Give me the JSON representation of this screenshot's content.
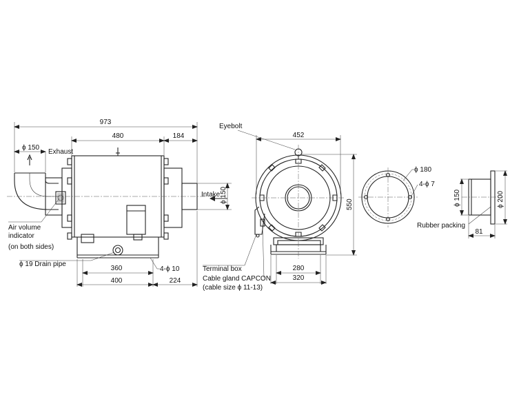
{
  "dims": {
    "overall_length": "973",
    "body_length": "480",
    "intake_length": "184",
    "exhaust_dia": "ϕ 150",
    "intake_dia": "ϕ 150",
    "foot_span": "360",
    "base_length": "400",
    "base_offset": "224",
    "foot_holes": "4-ϕ 10",
    "front_width": "452",
    "height": "550",
    "front_foot_span": "280",
    "front_base": "320",
    "flange_pcd": "ϕ 180",
    "flange_holes": "4-ϕ 7",
    "flange_inner_dia": "ϕ 150",
    "flange_outer_dia": "ϕ 200",
    "flange_length": "81"
  },
  "labels": {
    "exhaust": "Exhaust",
    "intake": "Intake",
    "air_volume_1": "Air volume",
    "air_volume_2": "indicator",
    "air_volume_3": "(on both sides)",
    "drain_pipe": "ϕ 19 Drain pipe",
    "eyebolt": "Eyebolt",
    "terminal_box": "Terminal box",
    "cable_gland_1": "Cable gland CAPCON",
    "cable_gland_2": "(cable size ϕ 11-13)",
    "rubber_packing": "Rubber packing"
  }
}
